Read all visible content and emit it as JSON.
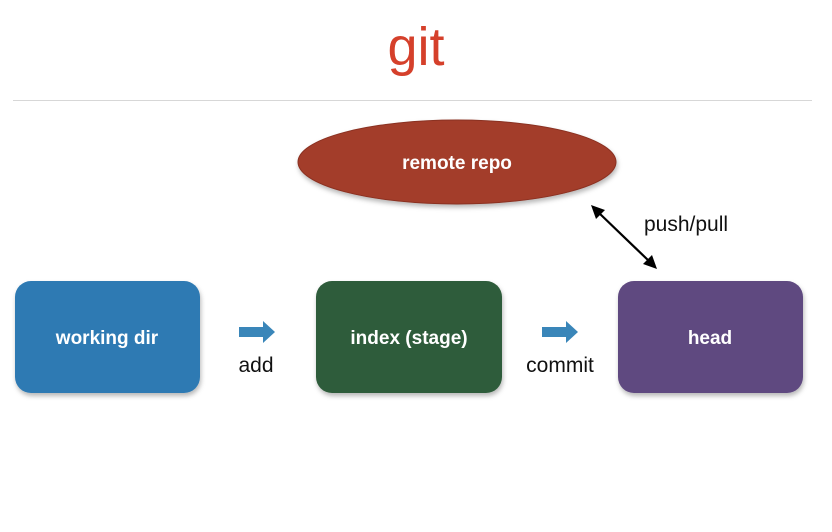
{
  "title": "git",
  "colors": {
    "title": "#d5402b",
    "remote": "#a33d2c",
    "working_dir": "#2e7ab3",
    "index": "#2f5c3a",
    "head": "#5f4a80",
    "step_arrow": "#3a86b9"
  },
  "nodes": {
    "remote": "remote repo",
    "working_dir": "working dir",
    "index": "index (stage)",
    "head": "head"
  },
  "edges": {
    "add": "add",
    "commit": "commit",
    "push_pull": "push/pull"
  }
}
